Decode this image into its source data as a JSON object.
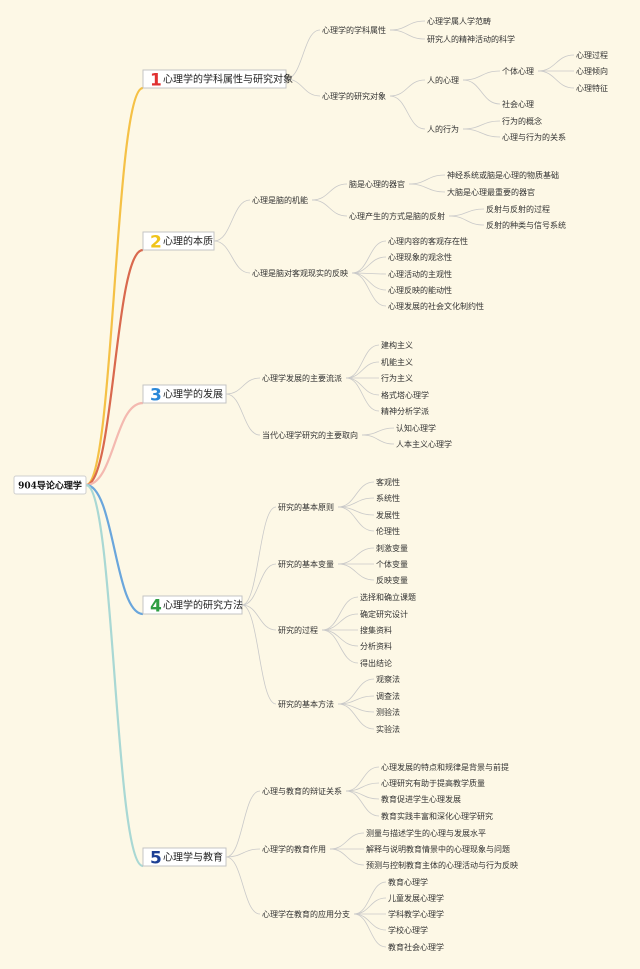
{
  "root": {
    "label": "904导论心理学"
  },
  "colors": {
    "background": "#fdf8e6",
    "branches": [
      "#f5c146",
      "#d9694e",
      "#f4b9b0",
      "#6aa6dc",
      "#a9d8d4"
    ],
    "numbers": [
      "#e03131",
      "#f0c419",
      "#2b88d8",
      "#2f9e44",
      "#1c3f94"
    ],
    "sub_lines": "#c9c9c9"
  },
  "branches": [
    {
      "num": "1",
      "label": "心理学的学科属性与研究对象",
      "children": [
        {
          "label": "心理学的学科属性",
          "children": [
            {
              "label": "心理学属人学范畴"
            },
            {
              "label": "研究人的精神活动的科学"
            }
          ]
        },
        {
          "label": "心理学的研究对象",
          "children": [
            {
              "label": "人的心理",
              "children": [
                {
                  "label": "个体心理",
                  "children": [
                    {
                      "label": "心理过程"
                    },
                    {
                      "label": "心理倾向"
                    },
                    {
                      "label": "心理特征"
                    }
                  ]
                },
                {
                  "label": "社会心理"
                }
              ]
            },
            {
              "label": "人的行为",
              "children": [
                {
                  "label": "行为的概念"
                },
                {
                  "label": "心理与行为的关系"
                }
              ]
            }
          ]
        }
      ]
    },
    {
      "num": "2",
      "label": "心理的本质",
      "children": [
        {
          "label": "心理是脑的机能",
          "children": [
            {
              "label": "脑是心理的器官",
              "children": [
                {
                  "label": "神经系统或脑是心理的物质基础"
                },
                {
                  "label": "大脑是心理最重要的器官"
                }
              ]
            },
            {
              "label": "心理产生的方式是脑的反射",
              "children": [
                {
                  "label": "反射与反射的过程"
                },
                {
                  "label": "反射的种类与信号系统"
                }
              ]
            }
          ]
        },
        {
          "label": "心理是脑对客观现实的反映",
          "children": [
            {
              "label": "心理内容的客观存在性"
            },
            {
              "label": "心理现象的观念性"
            },
            {
              "label": "心理活动的主观性"
            },
            {
              "label": "心理反映的能动性"
            },
            {
              "label": "心理发展的社会文化制约性"
            }
          ]
        }
      ]
    },
    {
      "num": "3",
      "label": "心理学的发展",
      "children": [
        {
          "label": "心理学发展的主要流派",
          "children": [
            {
              "label": "建构主义"
            },
            {
              "label": "机能主义"
            },
            {
              "label": "行为主义"
            },
            {
              "label": "格式塔心理学"
            },
            {
              "label": "精神分析学派"
            }
          ]
        },
        {
          "label": "当代心理学研究的主要取向",
          "children": [
            {
              "label": "认知心理学"
            },
            {
              "label": "人本主义心理学"
            }
          ]
        }
      ]
    },
    {
      "num": "4",
      "label": "心理学的研究方法",
      "children": [
        {
          "label": "研究的基本原则",
          "children": [
            {
              "label": "客观性"
            },
            {
              "label": "系统性"
            },
            {
              "label": "发展性"
            },
            {
              "label": "伦理性"
            }
          ]
        },
        {
          "label": "研究的基本变量",
          "children": [
            {
              "label": "刺激变量"
            },
            {
              "label": "个体变量"
            },
            {
              "label": "反映变量"
            }
          ]
        },
        {
          "label": "研究的过程",
          "children": [
            {
              "label": "选择和确立课题"
            },
            {
              "label": "确定研究设计"
            },
            {
              "label": "搜集资料"
            },
            {
              "label": "分析资料"
            },
            {
              "label": "得出结论"
            }
          ]
        },
        {
          "label": "研究的基本方法",
          "children": [
            {
              "label": "观察法"
            },
            {
              "label": "调查法"
            },
            {
              "label": "测验法"
            },
            {
              "label": "实验法"
            }
          ]
        }
      ]
    },
    {
      "num": "5",
      "label": "心理学与教育",
      "children": [
        {
          "label": "心理与教育的辩证关系",
          "children": [
            {
              "label": "心理发展的特点和规律是背景与前提"
            },
            {
              "label": "心理研究有助于提高教学质量"
            },
            {
              "label": "教育促进学生心理发展"
            },
            {
              "label": "教育实践丰富和深化心理学研究"
            }
          ]
        },
        {
          "label": "心理学的教育作用",
          "children": [
            {
              "label": "测量与描述学生的心理与发展水平"
            },
            {
              "label": "解释与说明教育情景中的心理现象与问题"
            },
            {
              "label": "预测与控制教育主体的心理活动与行为反映"
            }
          ]
        },
        {
          "label": "心理学在教育的应用分支",
          "children": [
            {
              "label": "教育心理学"
            },
            {
              "label": "儿童发展心理学"
            },
            {
              "label": "学科教学心理学"
            },
            {
              "label": "学校心理学"
            },
            {
              "label": "教育社会心理学"
            }
          ]
        }
      ]
    }
  ]
}
